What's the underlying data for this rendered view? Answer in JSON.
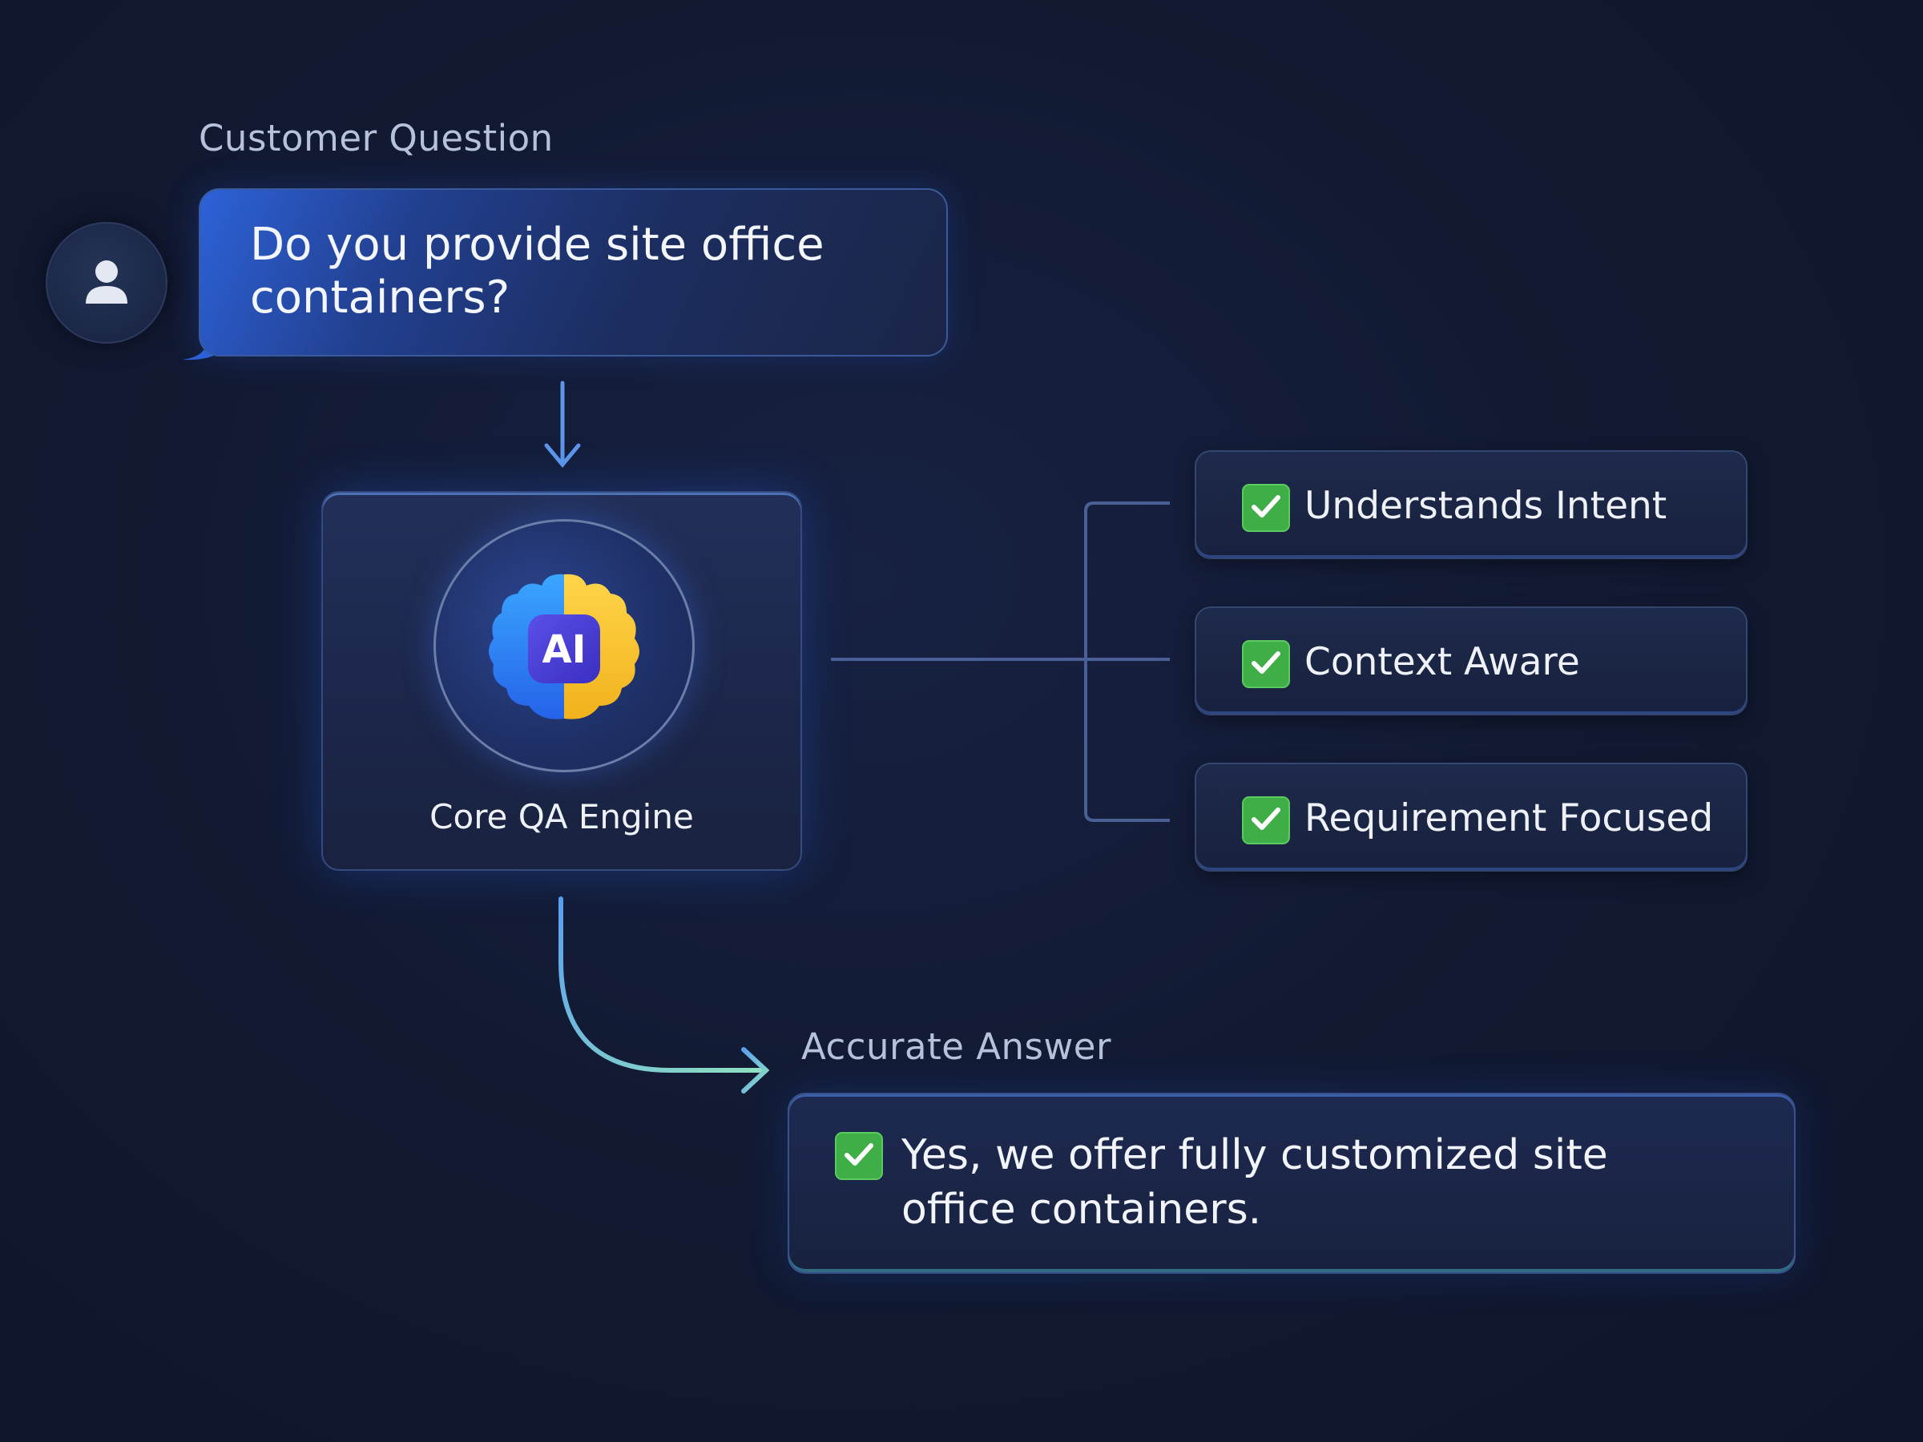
{
  "question_section": {
    "label": "Customer Question",
    "text": "Do you provide site office containers?"
  },
  "engine": {
    "badge": "AI",
    "title": "Core QA Engine"
  },
  "features": [
    {
      "label": "Understands Intent"
    },
    {
      "label": "Context Aware"
    },
    {
      "label": "Requirement Focused"
    }
  ],
  "answer_section": {
    "label": "Accurate Answer",
    "text": "Yes, we offer fully customized site office containers."
  },
  "icons": {
    "avatar": "user-icon",
    "engine": "brain-icon",
    "check": "checkmark-icon"
  },
  "colors": {
    "background": "#121a33",
    "accent_blue": "#3b6fe0",
    "check_green": "#3fae46",
    "answer_arrow": "#7fd6c8"
  }
}
